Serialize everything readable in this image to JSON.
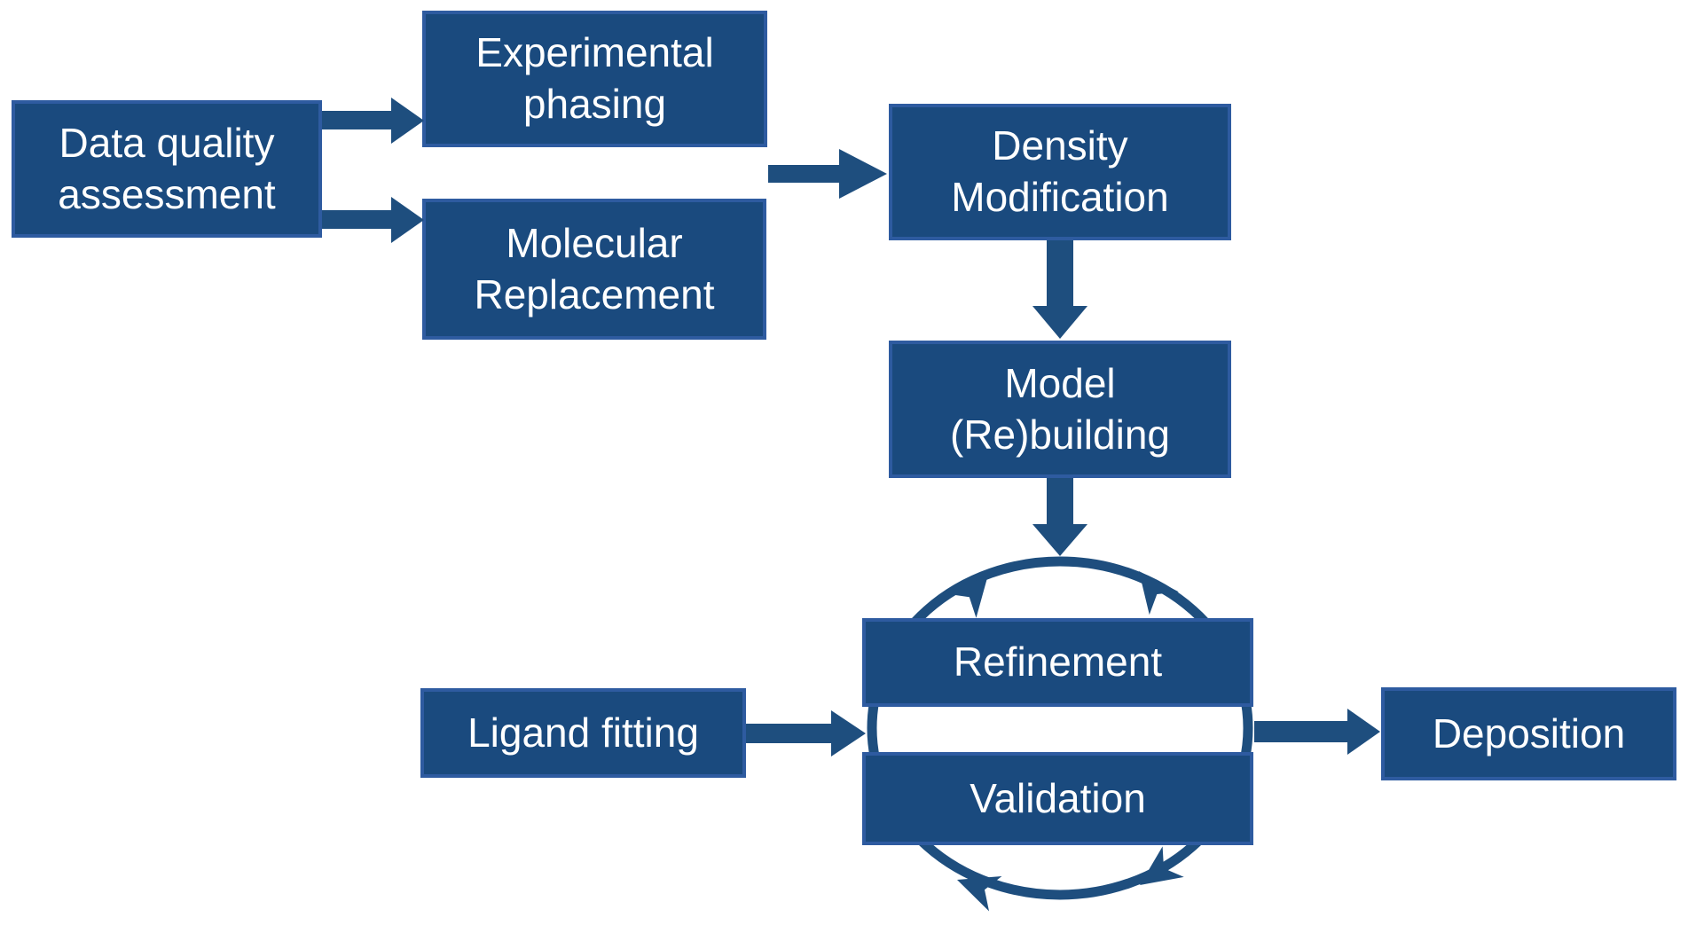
{
  "page": {
    "background": "#ffffff",
    "description": "Crystallographic structure solution workflow diagram"
  },
  "colors": {
    "node_fill": "#1a4a7e",
    "node_border": "#2e5ba0",
    "arrow": "#1e4e7e",
    "label_text": "#ffffff"
  },
  "nodes": {
    "data_quality_assessment": {
      "label": "Data quality assessment"
    },
    "experimental_phasing": {
      "label": "Experimental phasing"
    },
    "molecular_replacement": {
      "label": "Molecular Replacement"
    },
    "density_modification": {
      "label": "Density Modification"
    },
    "model_rebuilding": {
      "label": "Model (Re)building"
    },
    "refinement": {
      "label": "Refinement"
    },
    "validation": {
      "label": "Validation"
    },
    "ligand_fitting": {
      "label": "Ligand fitting"
    },
    "deposition": {
      "label": "Deposition"
    }
  },
  "cycle": {
    "members": [
      "Refinement",
      "Validation"
    ],
    "shape": "circular-arrows",
    "arrowhead_count": 4
  },
  "edges": [
    {
      "from": "data_quality_assessment",
      "to": "experimental_phasing"
    },
    {
      "from": "data_quality_assessment",
      "to": "molecular_replacement"
    },
    {
      "from": [
        "experimental_phasing",
        "molecular_replacement"
      ],
      "to": "density_modification"
    },
    {
      "from": "density_modification",
      "to": "model_rebuilding"
    },
    {
      "from": "model_rebuilding",
      "to": "refinement_validation_cycle"
    },
    {
      "from": "ligand_fitting",
      "to": "refinement_validation_cycle"
    },
    {
      "from": "refinement_validation_cycle",
      "to": "deposition"
    }
  ]
}
